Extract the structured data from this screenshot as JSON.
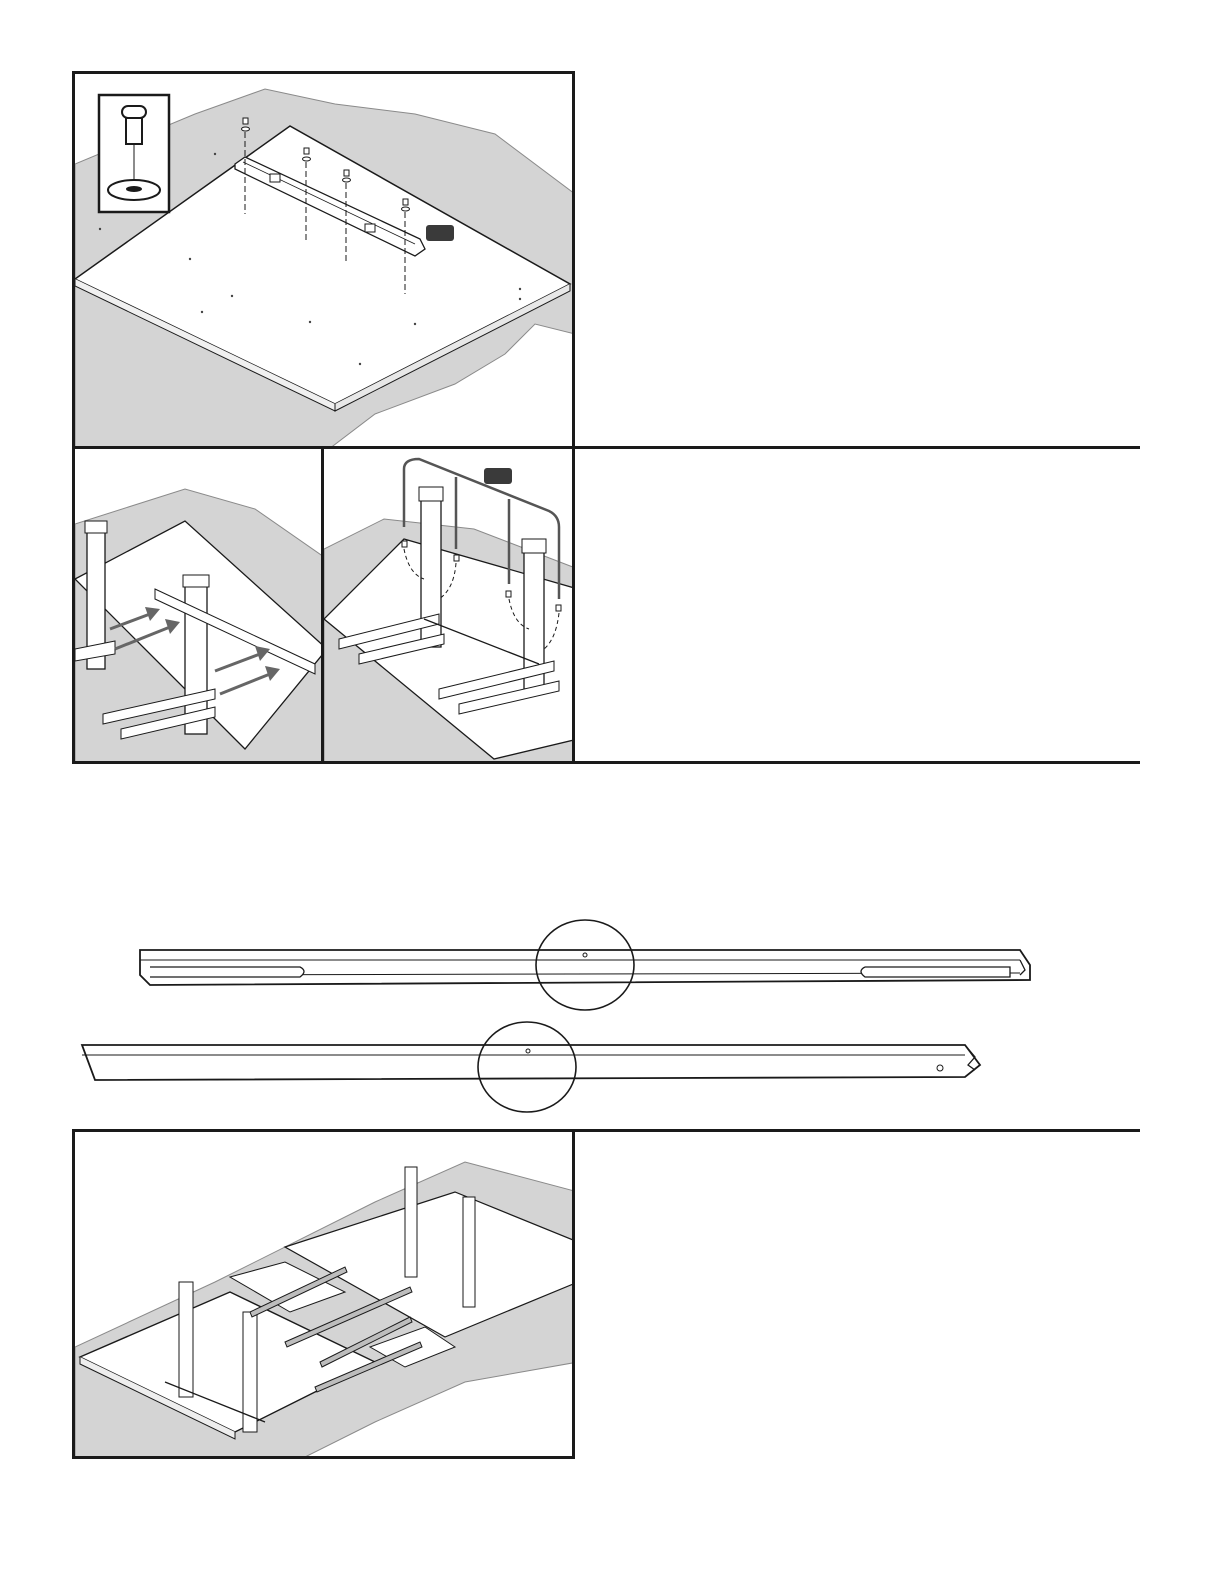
{
  "page": {
    "description_visible_text": [],
    "steps": [
      {
        "id": "step-1",
        "callout": ""
      },
      {
        "id": "step-2a",
        "callout": ""
      },
      {
        "id": "step-2b",
        "callout": ""
      },
      {
        "id": "beams",
        "callout": ""
      },
      {
        "id": "step-3",
        "callout": ""
      }
    ]
  },
  "colors": {
    "ink": "#1a1a1a",
    "shadow_gray": "#cfcfcf",
    "badge": "#3a3a3a"
  },
  "icons": [
    "bolt-and-washer-detail-icon",
    "arrow-icon"
  ]
}
